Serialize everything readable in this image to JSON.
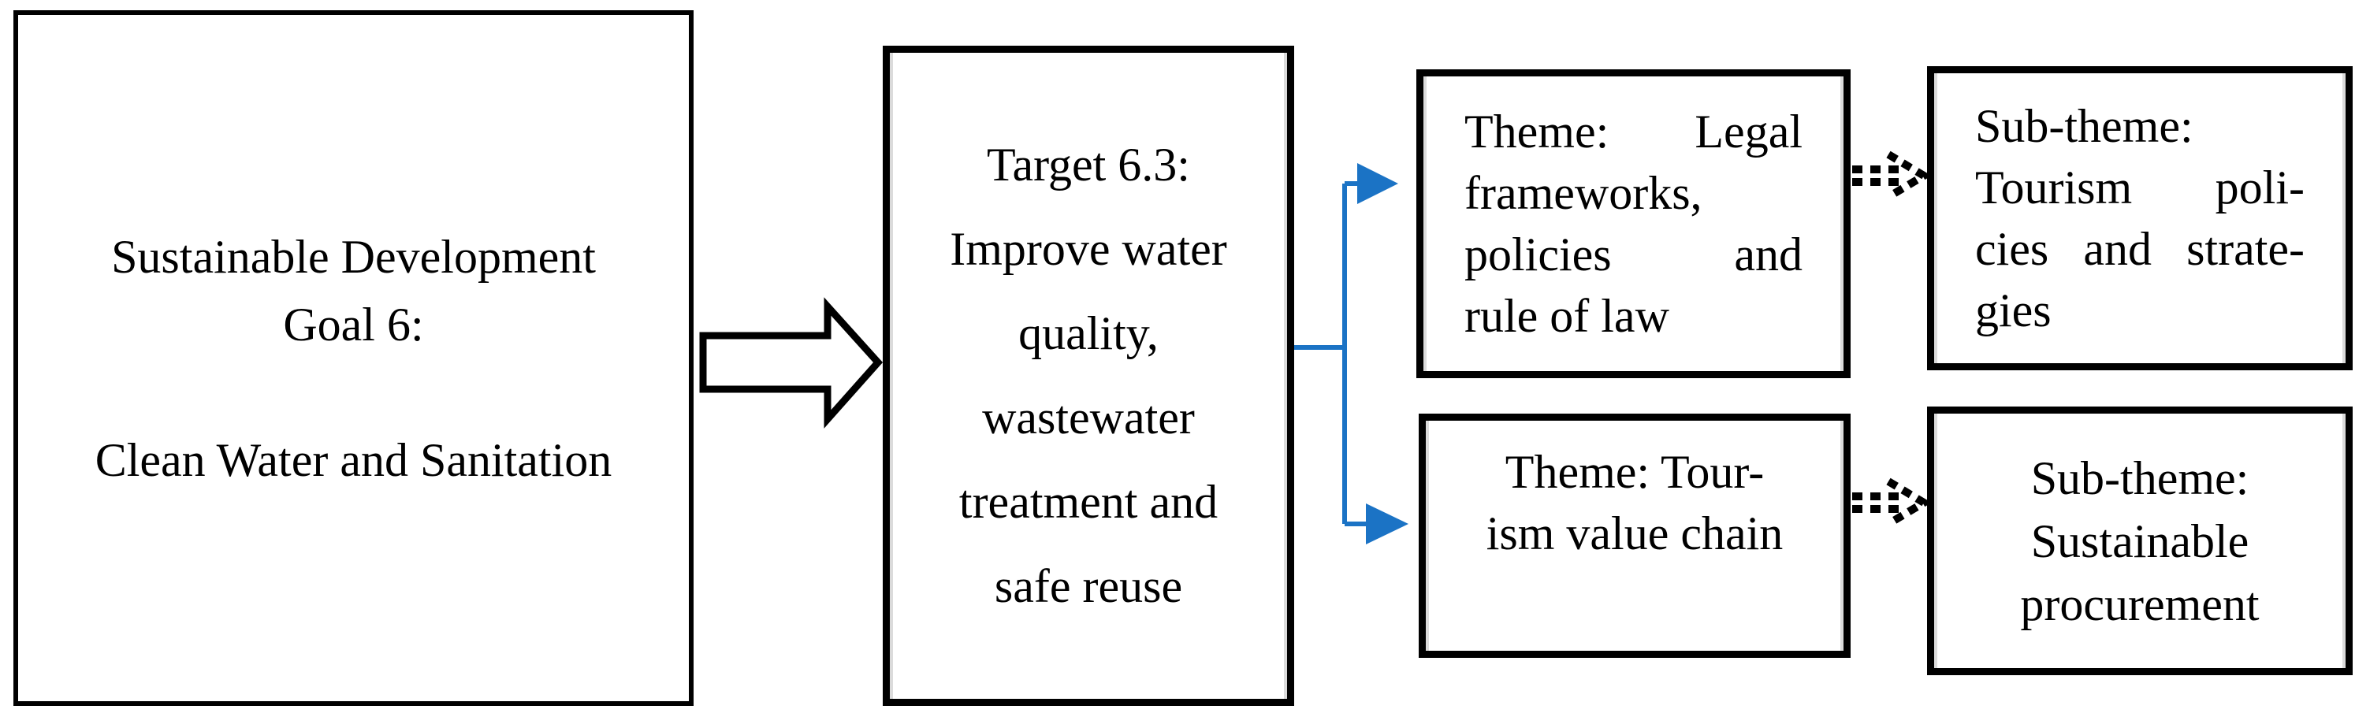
{
  "figure": {
    "description_colors": {
      "box_border": "#000000",
      "connector_blue": "#1B73C5",
      "dashed_arrow": "#000000",
      "background": "#ffffff"
    },
    "boxes": {
      "sdg": {
        "lines": [
          "Sustainable Development",
          "Goal 6:",
          "",
          "Clean Water and Sanitation"
        ]
      },
      "target": {
        "lines": [
          "Target 6.3:",
          "Improve water",
          "quality,",
          "wastewater",
          "treatment and",
          "safe reuse"
        ]
      },
      "theme1": {
        "lines": [
          "Theme: Legal",
          "frameworks,",
          "policies and",
          "rule of law"
        ]
      },
      "theme2": {
        "lines": [
          "Theme: Tour-",
          "ism value chain"
        ]
      },
      "subtheme1": {
        "lines": [
          "Sub-theme:",
          "Tourism poli-",
          "cies and strate-",
          "gies"
        ]
      },
      "subtheme2": {
        "lines": [
          "Sub-theme:",
          "Sustainable",
          "procurement"
        ]
      }
    }
  }
}
